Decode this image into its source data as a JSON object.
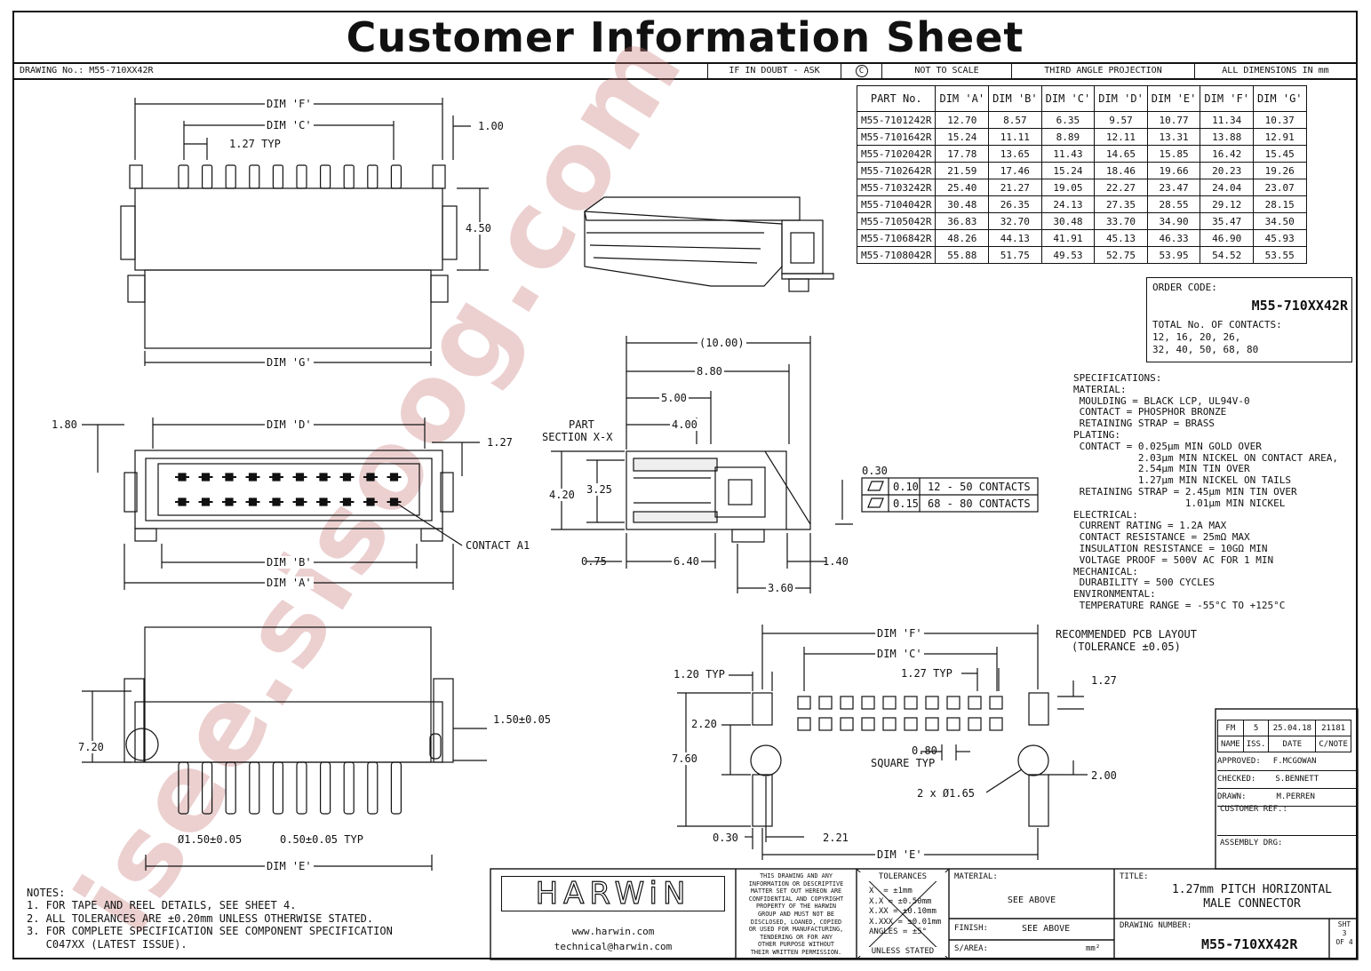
{
  "title": "Customer Information Sheet",
  "header_bar": {
    "drawing_no": "DRAWING No.: M55-710XX42R",
    "doubt": "IF IN DOUBT - ASK",
    "copyright": "C",
    "scale": "NOT TO SCALE",
    "projection": "THIRD ANGLE PROJECTION",
    "units": "ALL DIMENSIONS IN mm"
  },
  "dim_table": {
    "headers": [
      "PART No.",
      "DIM 'A'",
      "DIM 'B'",
      "DIM 'C'",
      "DIM 'D'",
      "DIM 'E'",
      "DIM 'F'",
      "DIM 'G'"
    ],
    "rows": [
      [
        "M55-7101242R",
        "12.70",
        "8.57",
        "6.35",
        "9.57",
        "10.77",
        "11.34",
        "10.37"
      ],
      [
        "M55-7101642R",
        "15.24",
        "11.11",
        "8.89",
        "12.11",
        "13.31",
        "13.88",
        "12.91"
      ],
      [
        "M55-7102042R",
        "17.78",
        "13.65",
        "11.43",
        "14.65",
        "15.85",
        "16.42",
        "15.45"
      ],
      [
        "M55-7102642R",
        "21.59",
        "17.46",
        "15.24",
        "18.46",
        "19.66",
        "20.23",
        "19.26"
      ],
      [
        "M55-7103242R",
        "25.40",
        "21.27",
        "19.05",
        "22.27",
        "23.47",
        "24.04",
        "23.07"
      ],
      [
        "M55-7104042R",
        "30.48",
        "26.35",
        "24.13",
        "27.35",
        "28.55",
        "29.12",
        "28.15"
      ],
      [
        "M55-7105042R",
        "36.83",
        "32.70",
        "30.48",
        "33.70",
        "34.90",
        "35.47",
        "34.50"
      ],
      [
        "M55-7106842R",
        "48.26",
        "44.13",
        "41.91",
        "45.13",
        "46.33",
        "46.90",
        "45.93"
      ],
      [
        "M55-7108042R",
        "55.88",
        "51.75",
        "49.53",
        "52.75",
        "53.95",
        "54.52",
        "53.55"
      ]
    ]
  },
  "order_code": {
    "label": "ORDER CODE:",
    "code": "M55-710XX42R",
    "contacts_label": "TOTAL No. OF CONTACTS:",
    "contacts_values_1": "12, 16, 20, 26,",
    "contacts_values_2": "32, 40, 50, 68, 80"
  },
  "specifications": "SPECIFICATIONS:\nMATERIAL:\n MOULDING = BLACK LCP, UL94V-0\n CONTACT = PHOSPHOR BRONZE\n RETAINING STRAP = BRASS\nPLATING:\n CONTACT = 0.025µm MIN GOLD OVER\n           2.03µm MIN NICKEL ON CONTACT AREA,\n           2.54µm MIN TIN OVER\n           1.27µm MIN NICKEL ON TAILS\n RETAINING STRAP = 2.45µm MIN TIN OVER\n                   1.01µm MIN NICKEL\nELECTRICAL:\n CURRENT RATING = 1.2A MAX\n CONTACT RESISTANCE = 25mΩ MAX\n INSULATION RESISTANCE = 10GΩ MIN\n VOLTAGE PROOF = 500V AC FOR 1 MIN\nMECHANICAL:\n DURABILITY = 500 CYCLES\nENVIRONMENTAL:\n TEMPERATURE RANGE = -55°C TO +125°C",
  "notes": "NOTES:\n1. FOR TAPE AND REEL DETAILS, SEE SHEET 4.\n2. ALL TOLERANCES ARE ±0.20mm UNLESS OTHERWISE STATED.\n3. FOR COMPLETE SPECIFICATION SEE COMPONENT SPECIFICATION\n   C047XX (LATEST ISSUE).",
  "top_view": {
    "dim_f": "DIM 'F'",
    "dim_c": "DIM 'C'",
    "pitch": "1.27 TYP",
    "d100": "1.00",
    "d450": "4.50",
    "dim_g": "DIM 'G'"
  },
  "front_view": {
    "dim_d": "DIM 'D'",
    "d180": "1.80",
    "d127": "1.27",
    "contact": "CONTACT A1",
    "dim_b": "DIM 'B'",
    "dim_a": "DIM 'A'"
  },
  "bottom_view": {
    "d720": "7.20",
    "d150": "1.50±0.05",
    "hole": "Ø1.50±0.05",
    "tail": "0.50±0.05 TYP",
    "dim_e": "DIM 'E'"
  },
  "section_view": {
    "part1": "PART",
    "part2": "SECTION  X-X",
    "d1000": "(10.00)",
    "d880": "8.80",
    "d500": "5.00",
    "d400": "4.00",
    "d420": "4.20",
    "d325": "3.25",
    "d075": "0.75",
    "d640": "6.40",
    "d140": "1.40",
    "d360": "3.60",
    "d030": "0.30",
    "flat1a": "0.10",
    "flat1b": "12 - 50 CONTACTS",
    "flat2a": "0.15",
    "flat2b": "68 - 80 CONTACTS"
  },
  "pcb_layout": {
    "title1": "RECOMMENDED PCB LAYOUT",
    "title2": "(TOLERANCE ±0.05)",
    "dim_f": "DIM 'F'",
    "dim_c": "DIM 'C'",
    "d120": "1.20 TYP",
    "d127typ": "1.27 TYP",
    "d127": "1.27",
    "d220": "2.20",
    "d760": "7.60",
    "d080": "0.80",
    "square": "SQUARE TYP",
    "d200": "2.00",
    "holes": "2 x Ø1.65",
    "d030": "0.30",
    "d221": "2.21",
    "dim_e": "DIM 'E'"
  },
  "revision": {
    "row1": [
      "FM",
      "5",
      "25.04.18",
      "21181"
    ],
    "row2": [
      "NAME",
      "ISS.",
      "DATE",
      "C/NOTE"
    ],
    "approved_label": "APPROVED:",
    "approved": "F.MCGOWAN",
    "checked_label": "CHECKED:",
    "checked": "S.BENNETT",
    "drawn_label": "DRAWN:",
    "drawn": "M.PERREN",
    "customer_ref": "CUSTOMER REF.:",
    "assembly": "ASSEMBLY DRG:"
  },
  "title_block": {
    "logo": "HARWiN",
    "web": "www.harwin.com",
    "email": "technical@harwin.com",
    "legal": "THIS DRAWING AND ANY\nINFORMATION OR DESCRIPTIVE\nMATTER SET OUT HEREON ARE\nCONFIDENTIAL AND COPYRIGHT\nPROPERTY OF THE HARWIN\nGROUP AND MUST NOT BE\nDISCLOSED, LOANED, COPIED\nOR USED FOR MANUFACTURING,\nTENDERING OR FOR ANY\nOTHER PURPOSE WITHOUT\nTHEIR WRITTEN PERMISSION.",
    "tol_title": "TOLERANCES",
    "tol_lines": "X  = ±1mm\nX.X = ±0.50mm\nX.XX = ±0.10mm\nX.XXX = ±0.01mm\nANGLES = ±5°",
    "tol_footer": "UNLESS STATED",
    "material_label": "MATERIAL:",
    "material": "SEE ABOVE",
    "finish_label": "FINISH:",
    "finish": "SEE ABOVE",
    "sarea_label": "S/AREA:",
    "sarea_unit": "mm²",
    "title_label": "TITLE:",
    "title1": "1.27mm PITCH HORIZONTAL",
    "title2": "MALE CONNECTOR",
    "dwg_label": "DRAWING NUMBER:",
    "dwg": "M55-710XX42R",
    "sht_label": "SHT",
    "sht_no": "3",
    "sht_of": "OF",
    "sht_total": "4"
  },
  "watermark": "isee.sisoog.com"
}
